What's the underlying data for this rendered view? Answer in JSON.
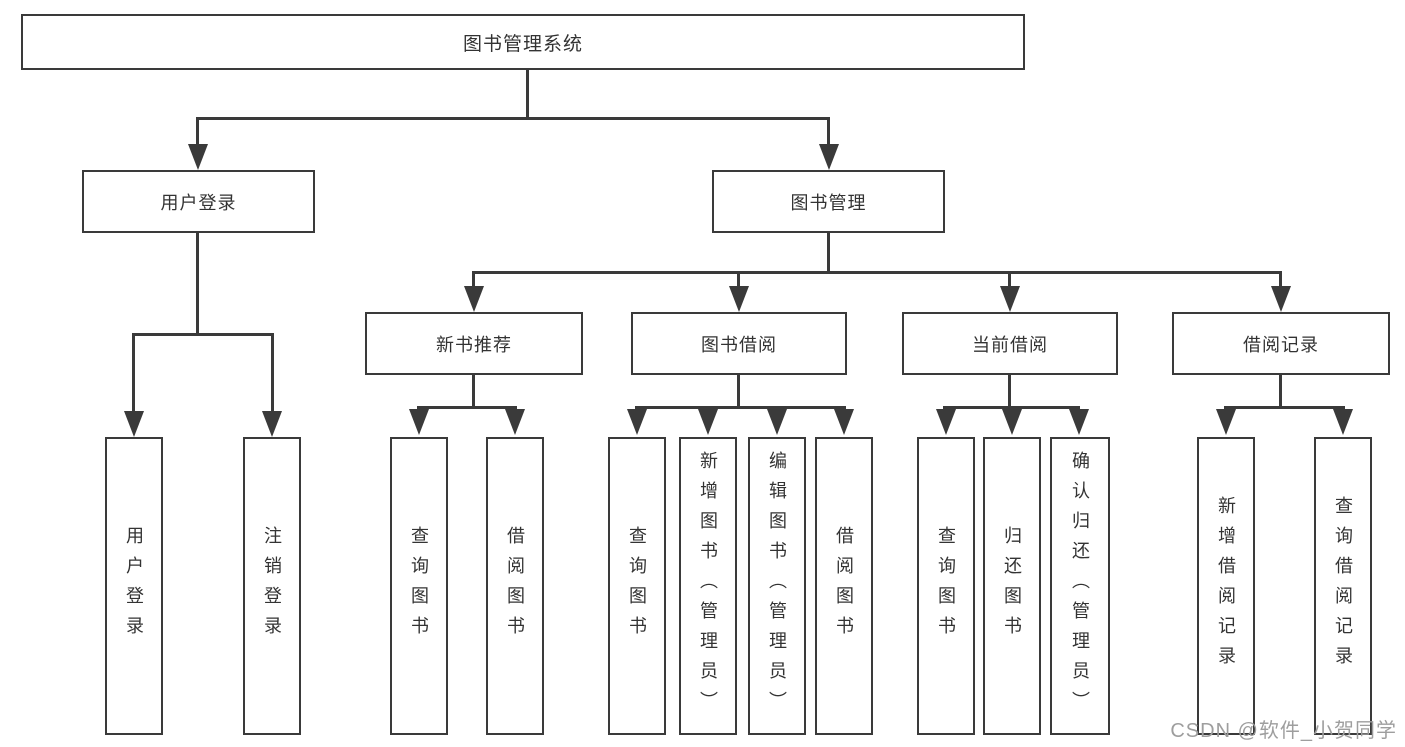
{
  "diagram": {
    "root": "图书管理系统",
    "level2": [
      {
        "label": "用户登录"
      },
      {
        "label": "图书管理"
      }
    ],
    "level3": [
      {
        "label": "新书推荐",
        "parent": "图书管理"
      },
      {
        "label": "图书借阅",
        "parent": "图书管理"
      },
      {
        "label": "当前借阅",
        "parent": "图书管理"
      },
      {
        "label": "借阅记录",
        "parent": "图书管理"
      }
    ],
    "leaves": [
      {
        "label": "用户登录",
        "parent": "用户登录"
      },
      {
        "label": "注销登录",
        "parent": "用户登录"
      },
      {
        "label": "查询图书",
        "parent": "新书推荐"
      },
      {
        "label": "借阅图书",
        "parent": "新书推荐"
      },
      {
        "label": "查询图书",
        "parent": "图书借阅"
      },
      {
        "label": "新增图书（管理员）",
        "parent": "图书借阅"
      },
      {
        "label": "编辑图书（管理员）",
        "parent": "图书借阅"
      },
      {
        "label": "借阅图书",
        "parent": "图书借阅"
      },
      {
        "label": "查询图书",
        "parent": "当前借阅"
      },
      {
        "label": "归还图书",
        "parent": "当前借阅"
      },
      {
        "label": "确认归还（管理员）",
        "parent": "当前借阅"
      },
      {
        "label": "新增借阅记录",
        "parent": "借阅记录"
      },
      {
        "label": "查询借阅记录",
        "parent": "借阅记录"
      }
    ]
  },
  "watermark": "CSDN @软件_小贺同学",
  "colors": {
    "line": "#3a3a3a",
    "text": "#333333",
    "background": "#ffffff",
    "watermark": "#9e9e9e"
  }
}
